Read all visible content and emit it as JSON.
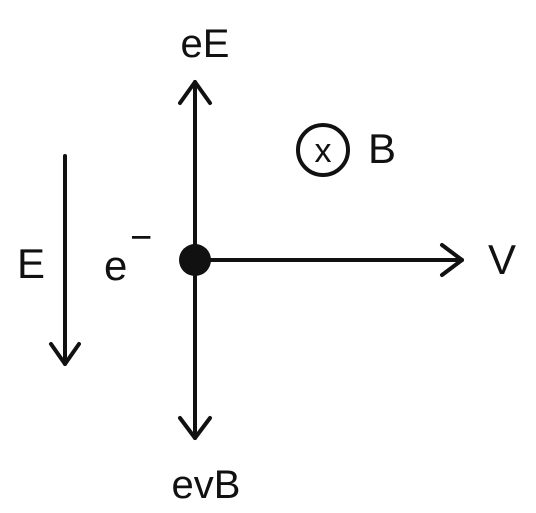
{
  "diagram": {
    "labels": {
      "electric_force": "eE",
      "magnetic_force": "evB",
      "electron_base": "e",
      "electron_charge_sign": "−",
      "velocity": "V",
      "field_e": "E",
      "field_b_symbol": "x",
      "field_b": "B"
    },
    "colors": {
      "ink": "#111111",
      "background": "#ffffff"
    }
  }
}
